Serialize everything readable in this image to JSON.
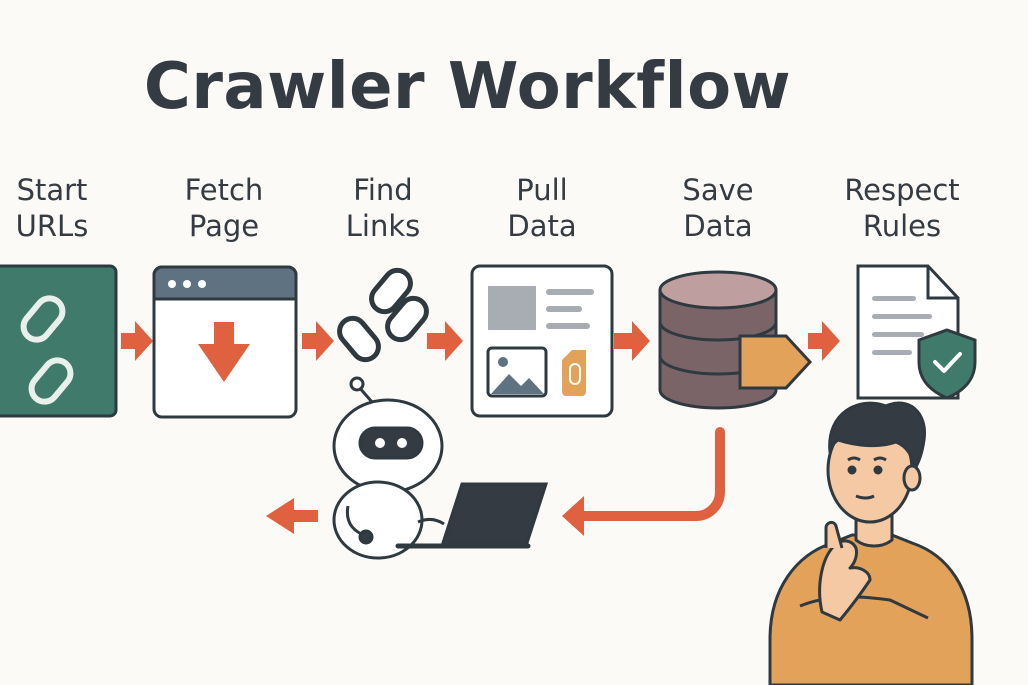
{
  "title": "Crawler Workflow",
  "steps": [
    {
      "line1": "Start",
      "line2": "URLs",
      "icon": "link-icon"
    },
    {
      "line1": "Fetch",
      "line2": "Page",
      "icon": "browser-download-icon"
    },
    {
      "line1": "Find",
      "line2": "Links",
      "icon": "chain-links-icon"
    },
    {
      "line1": "Pull",
      "line2": "Data",
      "icon": "document-extract-icon"
    },
    {
      "line1": "Save",
      "line2": "Data",
      "icon": "database-icon"
    },
    {
      "line1": "Respect",
      "line2": "Rules",
      "icon": "document-shield-icon"
    }
  ],
  "colors": {
    "accent_arrow": "#e0613f",
    "start_box": "#3f7a6a",
    "ink": "#343b42",
    "database": "#7a6468",
    "tag": "#e3a25a",
    "shield": "#3f7a6a",
    "person_shirt": "#e3a25a"
  }
}
